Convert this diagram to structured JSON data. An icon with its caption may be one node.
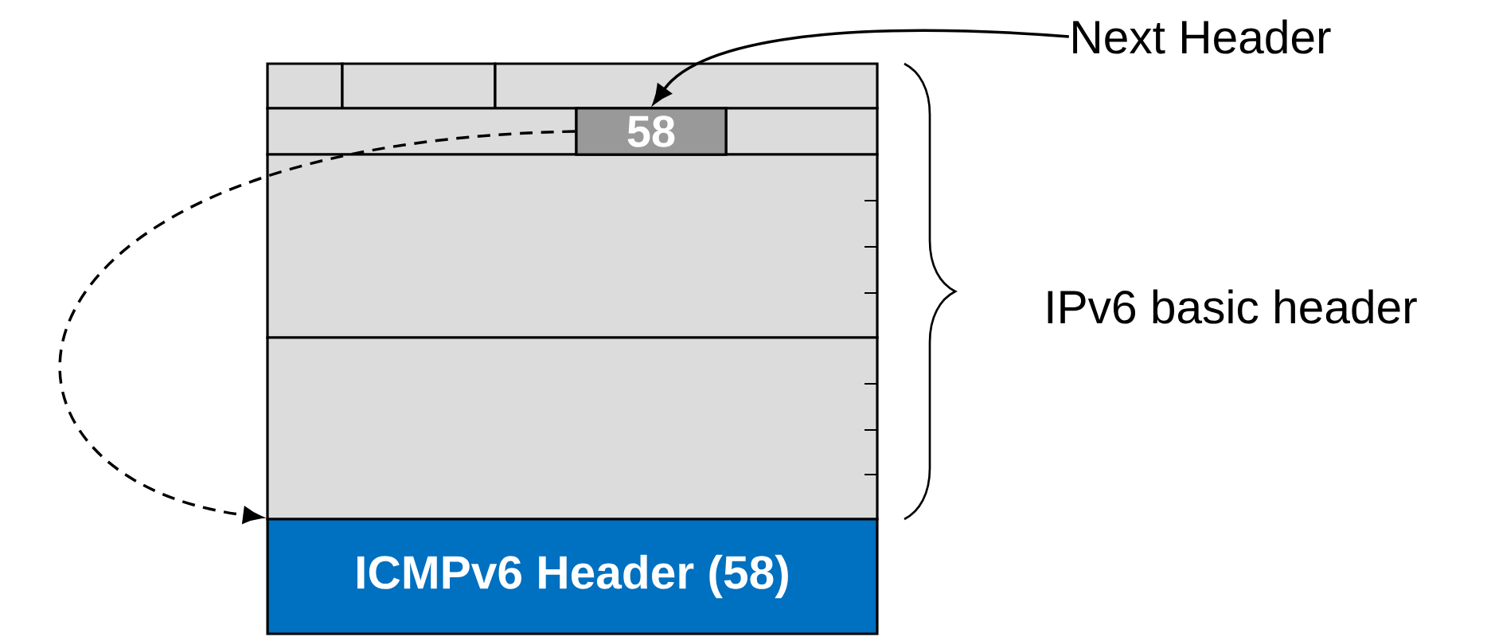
{
  "diagram": {
    "nodes": [
      {
        "text": [
          "Next Header"
        ]
      },
      {
        "text": [
          "58"
        ]
      },
      {
        "text": [
          "IPv6 basic header"
        ]
      },
      {
        "text": [
          "ICMPv6 Header (58)"
        ]
      }
    ],
    "edges": [
      {
        "from": 0,
        "to": 1,
        "arrow": "to"
      },
      {
        "from": 1,
        "to": 3,
        "arrow": "to",
        "style": "dashed"
      }
    ]
  }
}
